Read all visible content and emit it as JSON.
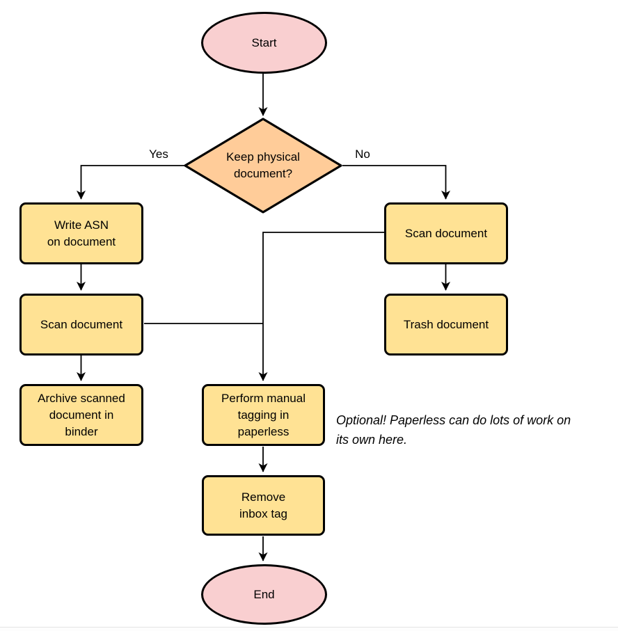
{
  "diagram": {
    "type": "flowchart",
    "nodes": {
      "start": {
        "label": "Start",
        "shape": "ellipse"
      },
      "decision": {
        "label": "Keep physical\ndocument?",
        "shape": "diamond"
      },
      "write_asn": {
        "label": "Write ASN\non document",
        "shape": "process"
      },
      "scan_left": {
        "label": "Scan document",
        "shape": "process"
      },
      "archive": {
        "label": "Archive scanned\ndocument in\nbinder",
        "shape": "process"
      },
      "scan_right": {
        "label": "Scan document",
        "shape": "process"
      },
      "trash": {
        "label": "Trash document",
        "shape": "process"
      },
      "tagging": {
        "label": "Perform manual\ntagging in\npaperless",
        "shape": "process"
      },
      "remove_inbox": {
        "label": "Remove\ninbox tag",
        "shape": "process"
      },
      "end": {
        "label": "End",
        "shape": "ellipse"
      }
    },
    "edge_labels": {
      "yes": "Yes",
      "no": "No"
    },
    "edges": [
      {
        "from": "start",
        "to": "decision"
      },
      {
        "from": "decision",
        "to": "write_asn",
        "label": "Yes"
      },
      {
        "from": "decision",
        "to": "scan_right",
        "label": "No"
      },
      {
        "from": "write_asn",
        "to": "scan_left"
      },
      {
        "from": "scan_left",
        "to": "archive"
      },
      {
        "from": "scan_left",
        "to": "tagging"
      },
      {
        "from": "scan_right",
        "to": "trash"
      },
      {
        "from": "scan_right",
        "to": "tagging"
      },
      {
        "from": "tagging",
        "to": "remove_inbox"
      },
      {
        "from": "remove_inbox",
        "to": "end"
      }
    ],
    "note": {
      "text": "Optional! Paperless can do lots of work on\nits own here."
    },
    "colors": {
      "terminal_fill": "#f9cfd0",
      "decision_fill": "#ffcc99",
      "process_fill": "#ffe294",
      "stroke": "#000000",
      "background": "#ffffff"
    }
  }
}
